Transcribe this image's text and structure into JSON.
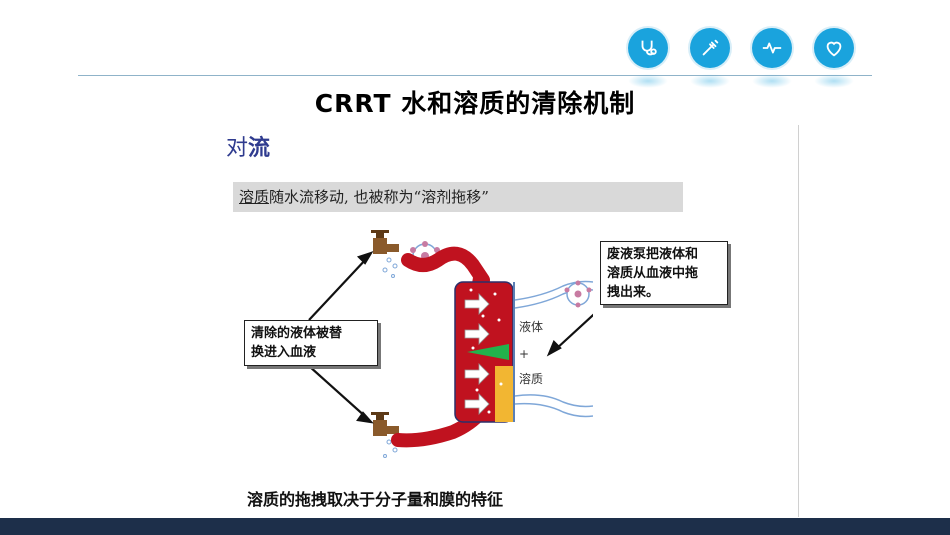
{
  "header": {
    "title": "CRRT  水和溶质的清除机制",
    "icons": [
      "stethoscope-icon",
      "syringe-icon",
      "heartbeat-icon",
      "heart-icon"
    ],
    "accent_color": "#1aa3dd"
  },
  "slide": {
    "heading_a": "对",
    "heading_b": "流",
    "band_underlined": "溶质",
    "band_rest": "随水流移动, 也被称为“溶剂拖移”",
    "callout_left_line1": "清除的液体被替",
    "callout_left_line2": "换进入血液",
    "callout_right_line1": "废液泵把液体和",
    "callout_right_line2": "溶质从血液中拖",
    "callout_right_line3": "拽出来。",
    "label_liquid": "液体",
    "label_plus": "+",
    "label_solute": "溶质",
    "footer": "溶质的拖拽取决于分子量和膜的特征"
  },
  "colors": {
    "blood": "#c0121f",
    "solute": "#f2b632",
    "footer_bar": "#1d2f4a"
  }
}
